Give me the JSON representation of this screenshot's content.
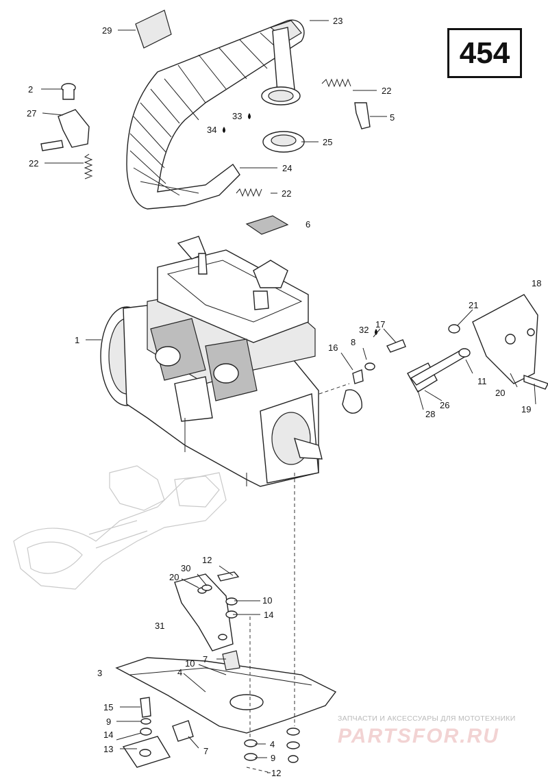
{
  "diagram_id": "454",
  "watermark": {
    "line1": "ЗАПЧАСТИ И АКСЕССУАРЫ ДЛЯ МОТОТЕХНИКИ",
    "logo": "PARTSFOR.RU"
  },
  "callouts": [
    {
      "id": "c29a",
      "label": "29"
    },
    {
      "id": "c23",
      "label": "23"
    },
    {
      "id": "c2a",
      "label": "2"
    },
    {
      "id": "c27",
      "label": "27"
    },
    {
      "id": "c22a",
      "label": "22"
    },
    {
      "id": "c22b",
      "label": "22"
    },
    {
      "id": "c5",
      "label": "5"
    },
    {
      "id": "c33",
      "label": "33"
    },
    {
      "id": "c34",
      "label": "34"
    },
    {
      "id": "c25",
      "label": "25"
    },
    {
      "id": "c24",
      "label": "24"
    },
    {
      "id": "c22c",
      "label": "22"
    },
    {
      "id": "c6",
      "label": "6"
    },
    {
      "id": "c18",
      "label": "18"
    },
    {
      "id": "c21",
      "label": "21"
    },
    {
      "id": "c1",
      "label": "1"
    },
    {
      "id": "c32",
      "label": "32"
    },
    {
      "id": "c17",
      "label": "17"
    },
    {
      "id": "c8",
      "label": "8"
    },
    {
      "id": "c16",
      "label": "16"
    },
    {
      "id": "c11",
      "label": "11"
    },
    {
      "id": "c20a",
      "label": "20"
    },
    {
      "id": "c26",
      "label": "26"
    },
    {
      "id": "c28",
      "label": "28"
    },
    {
      "id": "c19",
      "label": "19"
    },
    {
      "id": "c12a",
      "label": "12"
    },
    {
      "id": "c30",
      "label": "30"
    },
    {
      "id": "c20b",
      "label": "20"
    },
    {
      "id": "c10a",
      "label": "10"
    },
    {
      "id": "c14a",
      "label": "14"
    },
    {
      "id": "c31",
      "label": "31"
    },
    {
      "id": "c7a",
      "label": "7"
    },
    {
      "id": "c10b",
      "label": "10"
    },
    {
      "id": "c3",
      "label": "3"
    },
    {
      "id": "c4a",
      "label": "4"
    },
    {
      "id": "c15",
      "label": "15"
    },
    {
      "id": "c9a",
      "label": "9"
    },
    {
      "id": "c14b",
      "label": "14"
    },
    {
      "id": "c13",
      "label": "13"
    },
    {
      "id": "c7b",
      "label": "7"
    },
    {
      "id": "c4b",
      "label": "4"
    },
    {
      "id": "c9b",
      "label": "9"
    },
    {
      "id": "c12b",
      "label": "12"
    }
  ]
}
